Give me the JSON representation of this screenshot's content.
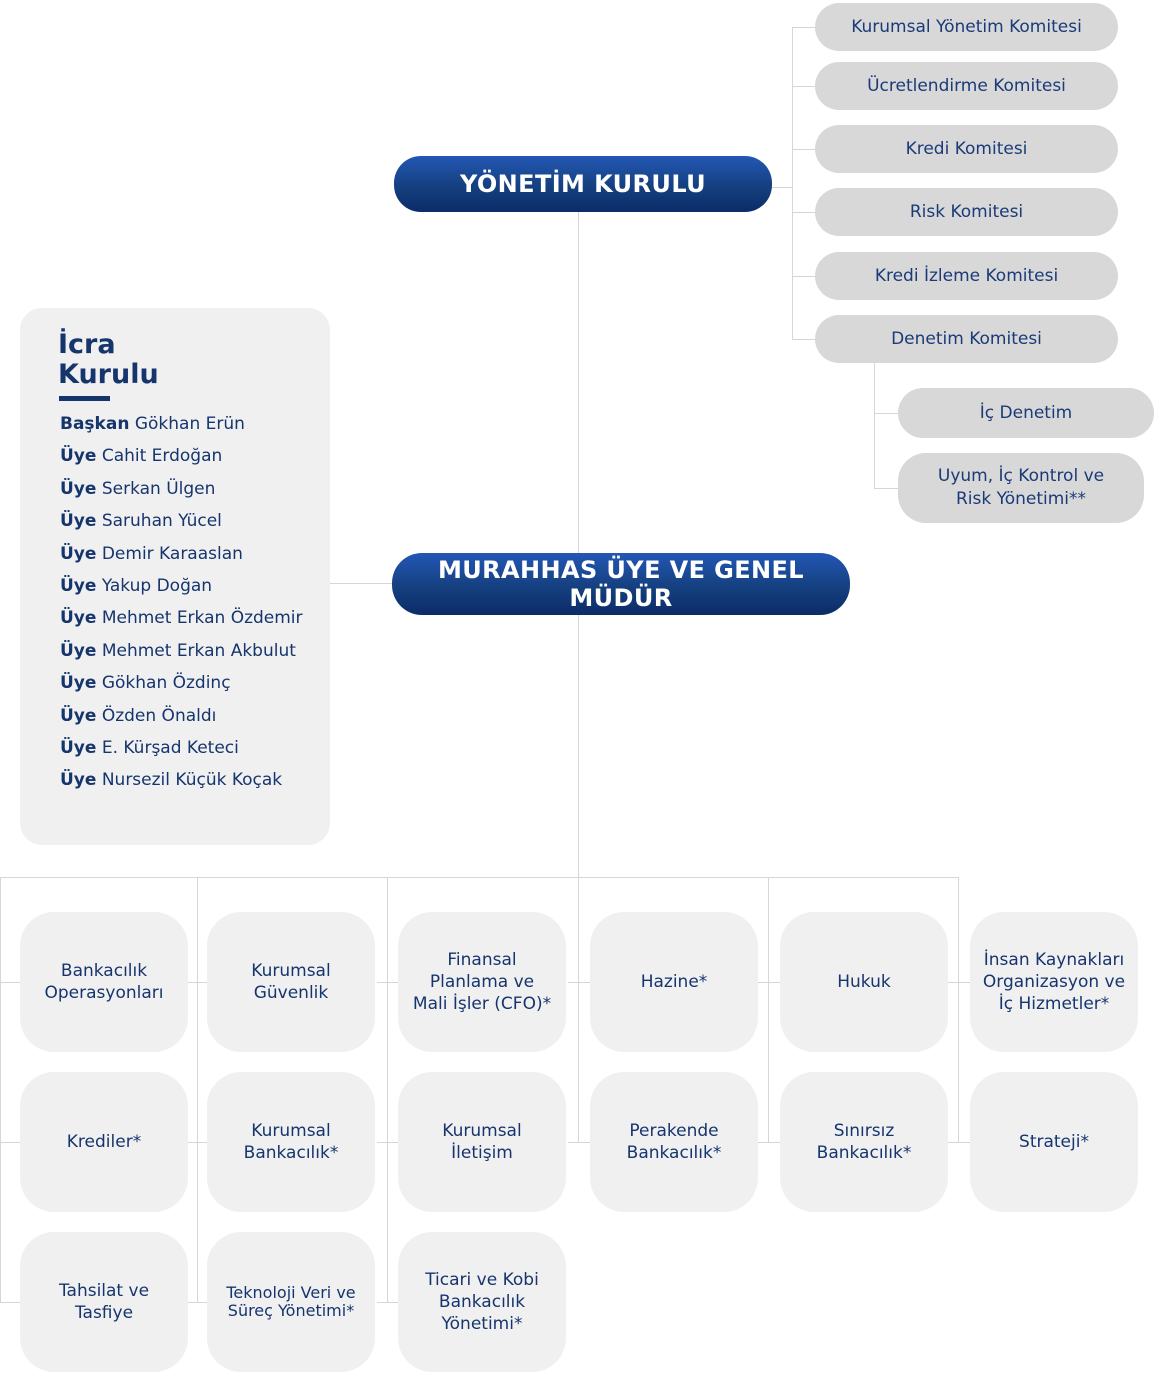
{
  "colors": {
    "brand_blue_top": "#2357b5",
    "brand_blue_bottom": "#0b2c68",
    "committee_gray": "#d8d8d8",
    "panel_gray": "#f0f0f1",
    "navy_text": "#16356d",
    "connector_gray": "#d6d6d6",
    "white": "#ffffff"
  },
  "board": {
    "label": "YÖNETİM KURULU"
  },
  "general_manager": {
    "label": "MURAHHAS ÜYE VE GENEL MÜDÜR"
  },
  "committees": [
    {
      "label": "Kurumsal Yönetim Komitesi"
    },
    {
      "label": "Ücretlendirme Komitesi"
    },
    {
      "label": "Kredi Komitesi"
    },
    {
      "label": "Risk Komitesi"
    },
    {
      "label": "Kredi İzleme Komitesi"
    },
    {
      "label": "Denetim Komitesi"
    }
  ],
  "audit_units": [
    {
      "label": "İç Denetim"
    },
    {
      "label": "Uyum, İç Kontrol ve Risk Yönetimi**"
    }
  ],
  "executive_board": {
    "title_line1": "İcra",
    "title_line2": "Kurulu",
    "members": [
      {
        "role": "Başkan",
        "name": "Gökhan Erün"
      },
      {
        "role": "Üye",
        "name": "Cahit Erdoğan"
      },
      {
        "role": "Üye",
        "name": "Serkan Ülgen"
      },
      {
        "role": "Üye",
        "name": "Saruhan Yücel"
      },
      {
        "role": "Üye",
        "name": "Demir Karaaslan"
      },
      {
        "role": "Üye",
        "name": "Yakup Doğan"
      },
      {
        "role": "Üye",
        "name": "Mehmet Erkan Özdemir"
      },
      {
        "role": "Üye",
        "name": "Mehmet Erkan Akbulut"
      },
      {
        "role": "Üye",
        "name": "Gökhan Özdinç"
      },
      {
        "role": "Üye",
        "name": "Özden Önaldı"
      },
      {
        "role": "Üye",
        "name": "E. Kürşad Keteci"
      },
      {
        "role": "Üye",
        "name": "Nursezil Küçük Koçak"
      }
    ]
  },
  "departments": [
    {
      "items": [
        "Bankacılık Operasyonları",
        "Krediler*",
        "Tahsilat ve Tasfiye"
      ]
    },
    {
      "items": [
        "Kurumsal Güvenlik",
        "Kurumsal Bankacılık*",
        "Teknoloji Veri ve Süreç Yönetimi*"
      ]
    },
    {
      "items": [
        "Finansal Planlama ve Mali İşler (CFO)*",
        "Kurumsal İletişim",
        "Ticari ve Kobi Bankacılık Yönetimi*"
      ]
    },
    {
      "items": [
        "Hazine*",
        "Perakende Bankacılık*"
      ]
    },
    {
      "items": [
        "Hukuk",
        "Sınırsız Bankacılık*"
      ]
    },
    {
      "items": [
        "İnsan Kaynakları Organizasyon ve İç Hizmetler*",
        "Strateji*"
      ]
    }
  ]
}
